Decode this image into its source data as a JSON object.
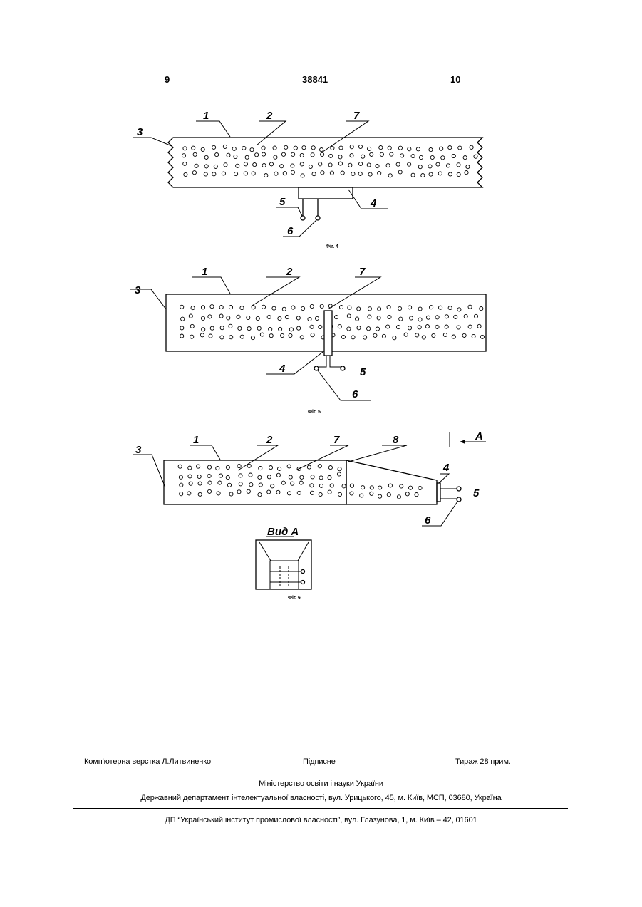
{
  "header": {
    "page_left": "9",
    "patent_number": "38841",
    "page_right": "10"
  },
  "figures": {
    "fig4": {
      "caption": "Фіг. 4",
      "labels": {
        "l1": "1",
        "l2": "2",
        "l7": "7",
        "l3": "3",
        "l4": "4",
        "l5": "5",
        "l6": "6"
      }
    },
    "fig5": {
      "caption": "Фіг. 5",
      "labels": {
        "l1": "1",
        "l2": "2",
        "l7": "7",
        "l3": "3",
        "l4": "4",
        "l5": "5",
        "l6": "6"
      }
    },
    "fig6": {
      "caption": "Фіг. 6",
      "labels": {
        "l1": "1",
        "l2": "2",
        "l7": "7",
        "l3": "3",
        "l8": "8",
        "l4": "4",
        "l5": "5",
        "l6": "6",
        "arrow_a": "A"
      },
      "view_label": "Вид А"
    }
  },
  "footer": {
    "layout_credit": "Комп'ютерна верстка Л.Литвиненко",
    "subscribed": "Підписне",
    "circulation": "Тираж 28 прим.",
    "ministry": "Міністерство освіти і науки України",
    "department": "Державний департамент інтелектуальної власності, вул. Урицького, 45, м. Київ, МСП, 03680, Україна",
    "institute": "ДП “Український інститут промислової власності”, вул. Глазунова, 1, м. Київ – 42, 01601"
  }
}
